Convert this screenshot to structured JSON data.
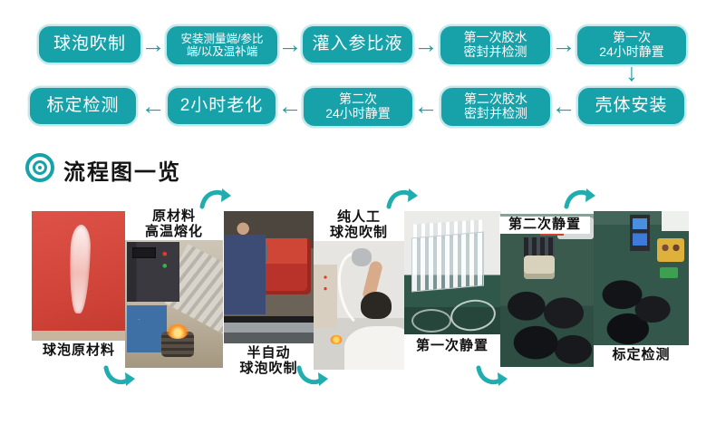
{
  "colors": {
    "accent_teal": "#17a2aa",
    "swoosh_teal": "#1fadb0",
    "text_dark": "#141414"
  },
  "icons": {
    "arrow_right": "→",
    "arrow_left": "←",
    "arrow_down": "↓"
  },
  "flowchart": {
    "row1": [
      {
        "label": "球泡吹制"
      },
      {
        "label": "安装测量端/参比\n端/以及温补端"
      },
      {
        "label": "灌入参比液"
      },
      {
        "label": "第一次胶水\n密封并检测"
      },
      {
        "label": "第一次\n24小时静置"
      }
    ],
    "row2": [
      {
        "label": "标定检测"
      },
      {
        "label": "2小时老化"
      },
      {
        "label": "第二次\n24小时静置"
      },
      {
        "label": "第二次胶水\n密封并检测"
      },
      {
        "label": "壳体安装"
      }
    ]
  },
  "section": {
    "title": "流程图一览"
  },
  "photos": [
    {
      "caption": "球泡原材料",
      "caption_position": "below",
      "subject": "bulb raw glass material on red background"
    },
    {
      "caption": "原材料\n高温熔化",
      "caption_position": "above",
      "subject": "induction furnace melting raw material"
    },
    {
      "caption": "半自动\n球泡吹制",
      "caption_position": "below",
      "subject": "worker at red semi-automatic bulb blowing lathe"
    },
    {
      "caption": "纯人工\n球泡吹制",
      "caption_position": "above",
      "subject": "worker hand-blowing glass bulb"
    },
    {
      "caption": "第一次静置",
      "caption_position": "below",
      "subject": "glass bulbs resting in tray"
    },
    {
      "caption": "第二次静置",
      "caption_position": "above",
      "subject": "sensor cables resting on green bench"
    },
    {
      "caption": "标定检测",
      "caption_position": "below",
      "subject": "calibration testing bench with meters"
    }
  ]
}
